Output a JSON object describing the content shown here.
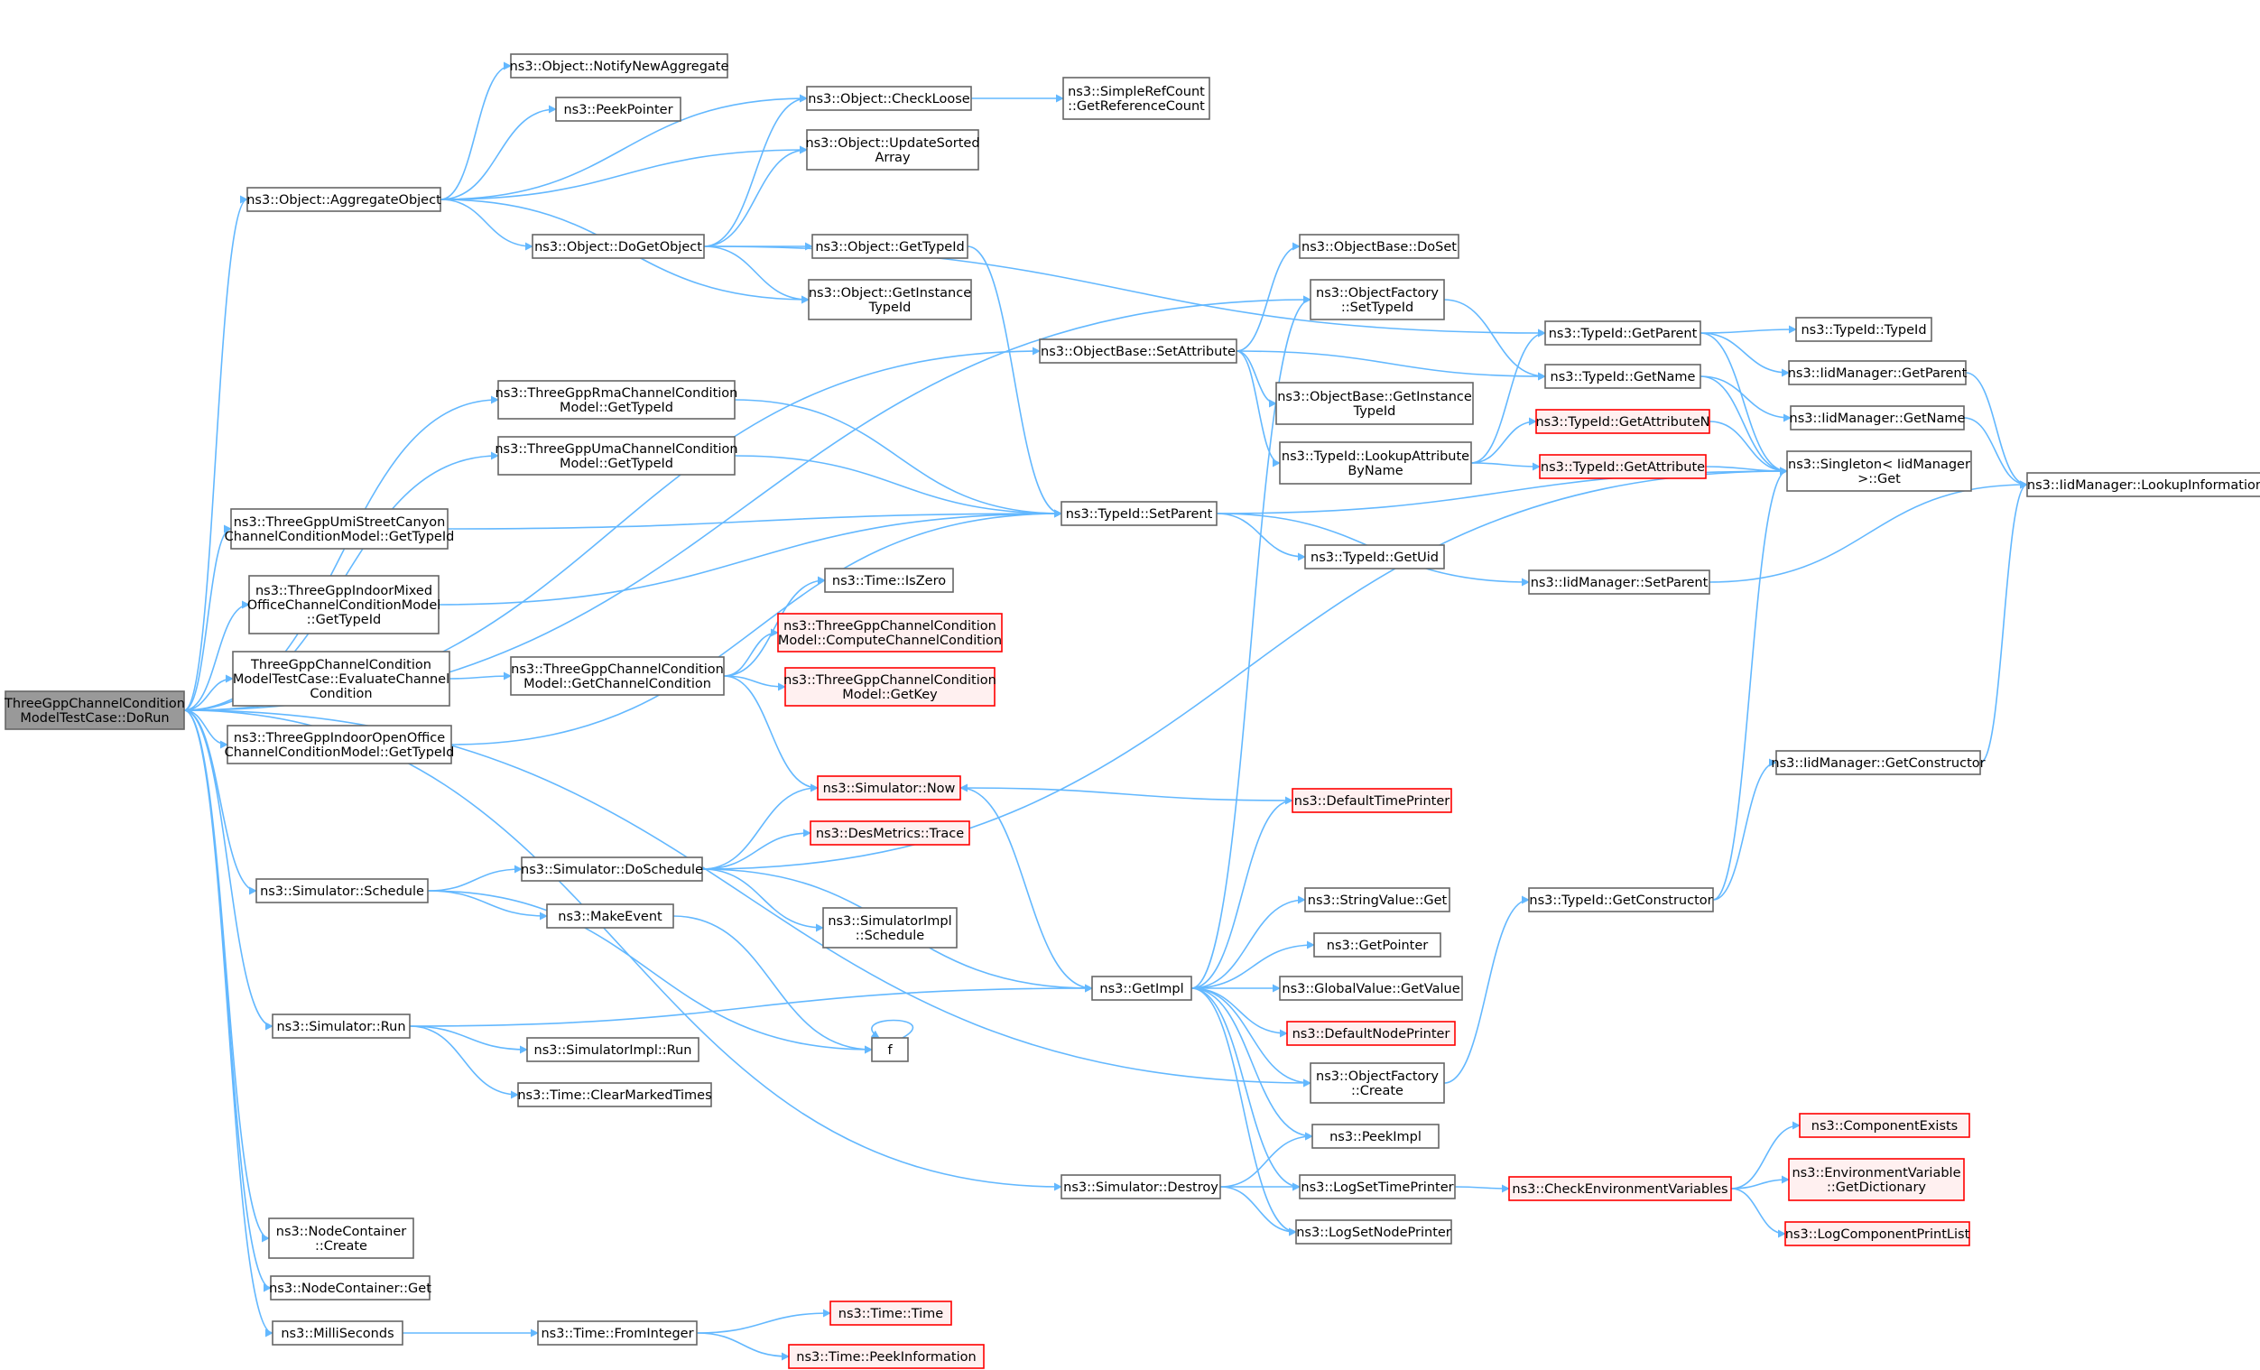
{
  "diagram": {
    "type": "call-graph",
    "colors": {
      "edge": "#63b8ff",
      "node_border": "#666666",
      "node_fill": "#ffffff",
      "root_fill": "#999999",
      "red_border": "#ff0000",
      "red_fill": "#fff0f0"
    },
    "nodes": [
      {
        "id": "root",
        "lines": [
          "ThreeGppChannelCondition",
          "ModelTestCase::DoRun"
        ],
        "style": "root"
      },
      {
        "id": "agg",
        "lines": [
          "ns3::Object::AggregateObject"
        ],
        "style": "normal"
      },
      {
        "id": "notify",
        "lines": [
          "ns3::Object::NotifyNewAggregate"
        ],
        "style": "normal"
      },
      {
        "id": "peekptr",
        "lines": [
          "ns3::PeekPointer"
        ],
        "style": "normal"
      },
      {
        "id": "checkloose",
        "lines": [
          "ns3::Object::CheckLoose"
        ],
        "style": "normal"
      },
      {
        "id": "refcount",
        "lines": [
          "ns3::SimpleRefCount",
          "::GetReferenceCount"
        ],
        "style": "normal"
      },
      {
        "id": "updsorted",
        "lines": [
          "ns3::Object::UpdateSorted",
          "Array"
        ],
        "style": "normal"
      },
      {
        "id": "dogetobj",
        "lines": [
          "ns3::Object::DoGetObject"
        ],
        "style": "normal"
      },
      {
        "id": "objgettid",
        "lines": [
          "ns3::Object::GetTypeId"
        ],
        "style": "normal"
      },
      {
        "id": "objinst",
        "lines": [
          "ns3::Object::GetInstance",
          "TypeId"
        ],
        "style": "normal"
      },
      {
        "id": "objbasedoset",
        "lines": [
          "ns3::ObjectBase::DoSet"
        ],
        "style": "normal"
      },
      {
        "id": "ofsettid",
        "lines": [
          "ns3::ObjectFactory",
          "::SetTypeId"
        ],
        "style": "normal"
      },
      {
        "id": "setattr",
        "lines": [
          "ns3::ObjectBase::SetAttribute"
        ],
        "style": "normal"
      },
      {
        "id": "obinst",
        "lines": [
          "ns3::ObjectBase::GetInstance",
          "TypeId"
        ],
        "style": "normal"
      },
      {
        "id": "lookupattr",
        "lines": [
          "ns3::TypeId::LookupAttribute",
          "ByName"
        ],
        "style": "normal"
      },
      {
        "id": "getparent",
        "lines": [
          "ns3::TypeId::GetParent"
        ],
        "style": "normal"
      },
      {
        "id": "getname",
        "lines": [
          "ns3::TypeId::GetName"
        ],
        "style": "normal"
      },
      {
        "id": "getattrn",
        "lines": [
          "ns3::TypeId::GetAttributeN"
        ],
        "style": "red"
      },
      {
        "id": "getattr",
        "lines": [
          "ns3::TypeId::GetAttribute"
        ],
        "style": "red"
      },
      {
        "id": "typeidctor",
        "lines": [
          "ns3::TypeId::TypeId"
        ],
        "style": "normal"
      },
      {
        "id": "iidgetparent",
        "lines": [
          "ns3::IidManager::GetParent"
        ],
        "style": "normal"
      },
      {
        "id": "iidgetname",
        "lines": [
          "ns3::IidManager::GetName"
        ],
        "style": "normal"
      },
      {
        "id": "singleton",
        "lines": [
          "ns3::Singleton< IidManager",
          ">::Get"
        ],
        "style": "normal"
      },
      {
        "id": "lookupinfo",
        "lines": [
          "ns3::IidManager::LookupInformation"
        ],
        "style": "normal"
      },
      {
        "id": "rma",
        "lines": [
          "ns3::ThreeGppRmaChannelCondition",
          "Model::GetTypeId"
        ],
        "style": "normal"
      },
      {
        "id": "uma",
        "lines": [
          "ns3::ThreeGppUmaChannelCondition",
          "Model::GetTypeId"
        ],
        "style": "normal"
      },
      {
        "id": "umi",
        "lines": [
          "ns3::ThreeGppUmiStreetCanyon",
          "ChannelConditionModel::GetTypeId"
        ],
        "style": "normal"
      },
      {
        "id": "indoormixed",
        "lines": [
          "ns3::ThreeGppIndoorMixed",
          "OfficeChannelConditionModel",
          "::GetTypeId"
        ],
        "style": "normal"
      },
      {
        "id": "setparent",
        "lines": [
          "ns3::TypeId::SetParent"
        ],
        "style": "normal"
      },
      {
        "id": "getuid",
        "lines": [
          "ns3::TypeId::GetUid"
        ],
        "style": "normal"
      },
      {
        "id": "iidsetparent",
        "lines": [
          "ns3::IidManager::SetParent"
        ],
        "style": "normal"
      },
      {
        "id": "iszero",
        "lines": [
          "ns3::Time::IsZero"
        ],
        "style": "normal"
      },
      {
        "id": "evaluate",
        "lines": [
          "ThreeGppChannelCondition",
          "ModelTestCase::EvaluateChannel",
          "Condition"
        ],
        "style": "normal"
      },
      {
        "id": "getchcond",
        "lines": [
          "ns3::ThreeGppChannelCondition",
          "Model::GetChannelCondition"
        ],
        "style": "normal"
      },
      {
        "id": "computecc",
        "lines": [
          "ns3::ThreeGppChannelCondition",
          "Model::ComputeChannelCondition"
        ],
        "style": "red"
      },
      {
        "id": "getkey",
        "lines": [
          "ns3::ThreeGppChannelCondition",
          "Model::GetKey"
        ],
        "style": "red"
      },
      {
        "id": "indooropen",
        "lines": [
          "ns3::ThreeGppIndoorOpenOffice",
          "ChannelConditionModel::GetTypeId"
        ],
        "style": "normal"
      },
      {
        "id": "now",
        "lines": [
          "ns3::Simulator::Now"
        ],
        "style": "red"
      },
      {
        "id": "deftimeprinter",
        "lines": [
          "ns3::DefaultTimePrinter"
        ],
        "style": "red"
      },
      {
        "id": "iidgetctor",
        "lines": [
          "ns3::IidManager::GetConstructor"
        ],
        "style": "normal"
      },
      {
        "id": "schedule",
        "lines": [
          "ns3::Simulator::Schedule"
        ],
        "style": "normal"
      },
      {
        "id": "doschedule",
        "lines": [
          "ns3::Simulator::DoSchedule"
        ],
        "style": "normal"
      },
      {
        "id": "trace",
        "lines": [
          "ns3::DesMetrics::Trace"
        ],
        "style": "red"
      },
      {
        "id": "makeevent",
        "lines": [
          "ns3::MakeEvent"
        ],
        "style": "normal"
      },
      {
        "id": "implschedule",
        "lines": [
          "ns3::SimulatorImpl",
          "::Schedule"
        ],
        "style": "normal"
      },
      {
        "id": "strget",
        "lines": [
          "ns3::StringValue::Get"
        ],
        "style": "normal"
      },
      {
        "id": "typeidgetctor",
        "lines": [
          "ns3::TypeId::GetConstructor"
        ],
        "style": "normal"
      },
      {
        "id": "getpointer",
        "lines": [
          "ns3::GetPointer"
        ],
        "style": "normal"
      },
      {
        "id": "getimpl",
        "lines": [
          "ns3::GetImpl"
        ],
        "style": "normal"
      },
      {
        "id": "globalgetvalue",
        "lines": [
          "ns3::GlobalValue::GetValue"
        ],
        "style": "normal"
      },
      {
        "id": "f",
        "lines": [
          "f"
        ],
        "style": "normal"
      },
      {
        "id": "defnodeprinter",
        "lines": [
          "ns3::DefaultNodePrinter"
        ],
        "style": "red"
      },
      {
        "id": "run",
        "lines": [
          "ns3::Simulator::Run"
        ],
        "style": "normal"
      },
      {
        "id": "implrun",
        "lines": [
          "ns3::SimulatorImpl::Run"
        ],
        "style": "normal"
      },
      {
        "id": "clearmarked",
        "lines": [
          "ns3::Time::ClearMarkedTimes"
        ],
        "style": "normal"
      },
      {
        "id": "ofcreate",
        "lines": [
          "ns3::ObjectFactory",
          "::Create"
        ],
        "style": "normal"
      },
      {
        "id": "peekimpl",
        "lines": [
          "ns3::PeekImpl"
        ],
        "style": "normal"
      },
      {
        "id": "compexists",
        "lines": [
          "ns3::ComponentExists"
        ],
        "style": "red"
      },
      {
        "id": "destroy",
        "lines": [
          "ns3::Simulator::Destroy"
        ],
        "style": "normal"
      },
      {
        "id": "logsettime",
        "lines": [
          "ns3::LogSetTimePrinter"
        ],
        "style": "normal"
      },
      {
        "id": "checkenv",
        "lines": [
          "ns3::CheckEnvironmentVariables"
        ],
        "style": "red"
      },
      {
        "id": "envvar",
        "lines": [
          "ns3::EnvironmentVariable",
          "::GetDictionary"
        ],
        "style": "red"
      },
      {
        "id": "logsetnode",
        "lines": [
          "ns3::LogSetNodePrinter"
        ],
        "style": "normal"
      },
      {
        "id": "nccreate",
        "lines": [
          "ns3::NodeContainer",
          "::Create"
        ],
        "style": "normal"
      },
      {
        "id": "logcompprint",
        "lines": [
          "ns3::LogComponentPrintList"
        ],
        "style": "red"
      },
      {
        "id": "ncget",
        "lines": [
          "ns3::NodeContainer::Get"
        ],
        "style": "normal"
      },
      {
        "id": "millis",
        "lines": [
          "ns3::MilliSeconds"
        ],
        "style": "normal"
      },
      {
        "id": "frominteger",
        "lines": [
          "ns3::Time::FromInteger"
        ],
        "style": "normal"
      },
      {
        "id": "timetime",
        "lines": [
          "ns3::Time::Time"
        ],
        "style": "red"
      },
      {
        "id": "peekinfo",
        "lines": [
          "ns3::Time::PeekInformation"
        ],
        "style": "red"
      }
    ],
    "edges": [
      [
        "root",
        "agg"
      ],
      [
        "root",
        "ofsettid"
      ],
      [
        "root",
        "setattr"
      ],
      [
        "root",
        "rma"
      ],
      [
        "root",
        "uma"
      ],
      [
        "root",
        "umi"
      ],
      [
        "root",
        "indoormixed"
      ],
      [
        "root",
        "evaluate"
      ],
      [
        "root",
        "indooropen"
      ],
      [
        "root",
        "schedule"
      ],
      [
        "root",
        "run"
      ],
      [
        "root",
        "ofcreate"
      ],
      [
        "root",
        "destroy"
      ],
      [
        "root",
        "nccreate"
      ],
      [
        "root",
        "ncget"
      ],
      [
        "root",
        "millis"
      ],
      [
        "agg",
        "notify"
      ],
      [
        "agg",
        "peekptr"
      ],
      [
        "agg",
        "checkloose"
      ],
      [
        "agg",
        "updsorted"
      ],
      [
        "agg",
        "dogetobj"
      ],
      [
        "agg",
        "objinst"
      ],
      [
        "checkloose",
        "refcount"
      ],
      [
        "dogetobj",
        "checkloose"
      ],
      [
        "dogetobj",
        "updsorted"
      ],
      [
        "dogetobj",
        "getparent"
      ],
      [
        "dogetobj",
        "objgettid"
      ],
      [
        "dogetobj",
        "objinst"
      ],
      [
        "objgettid",
        "setparent"
      ],
      [
        "setattr",
        "objbasedoset"
      ],
      [
        "setattr",
        "getname"
      ],
      [
        "setattr",
        "obinst"
      ],
      [
        "setattr",
        "lookupattr"
      ],
      [
        "ofsettid",
        "getname"
      ],
      [
        "lookupattr",
        "getparent"
      ],
      [
        "lookupattr",
        "getattrn"
      ],
      [
        "lookupattr",
        "getattr"
      ],
      [
        "getparent",
        "typeidctor"
      ],
      [
        "getparent",
        "iidgetparent"
      ],
      [
        "getparent",
        "singleton"
      ],
      [
        "getname",
        "iidgetname"
      ],
      [
        "getname",
        "singleton"
      ],
      [
        "getattrn",
        "singleton"
      ],
      [
        "getattr",
        "singleton"
      ],
      [
        "iidgetparent",
        "lookupinfo"
      ],
      [
        "iidgetname",
        "lookupinfo"
      ],
      [
        "rma",
        "setparent"
      ],
      [
        "uma",
        "setparent"
      ],
      [
        "umi",
        "setparent"
      ],
      [
        "indoormixed",
        "setparent"
      ],
      [
        "indooropen",
        "setparent"
      ],
      [
        "setparent",
        "singleton"
      ],
      [
        "setparent",
        "getuid"
      ],
      [
        "setparent",
        "iidsetparent"
      ],
      [
        "iidsetparent",
        "lookupinfo"
      ],
      [
        "evaluate",
        "getchcond"
      ],
      [
        "getchcond",
        "iszero"
      ],
      [
        "getchcond",
        "computecc"
      ],
      [
        "getchcond",
        "getkey"
      ],
      [
        "getchcond",
        "now"
      ],
      [
        "now",
        "getimpl"
      ],
      [
        "deftimeprinter",
        "now"
      ],
      [
        "schedule",
        "doschedule"
      ],
      [
        "schedule",
        "makeevent"
      ],
      [
        "schedule",
        "f"
      ],
      [
        "doschedule",
        "now"
      ],
      [
        "doschedule",
        "trace"
      ],
      [
        "doschedule",
        "singleton"
      ],
      [
        "doschedule",
        "implschedule"
      ],
      [
        "doschedule",
        "getimpl"
      ],
      [
        "makeevent",
        "f"
      ],
      [
        "f",
        "f"
      ],
      [
        "getimpl",
        "ofsettid"
      ],
      [
        "getimpl",
        "deftimeprinter"
      ],
      [
        "getimpl",
        "strget"
      ],
      [
        "getimpl",
        "getpointer"
      ],
      [
        "getimpl",
        "globalgetvalue"
      ],
      [
        "getimpl",
        "defnodeprinter"
      ],
      [
        "getimpl",
        "ofcreate"
      ],
      [
        "getimpl",
        "peekimpl"
      ],
      [
        "getimpl",
        "logsettime"
      ],
      [
        "getimpl",
        "logsetnode"
      ],
      [
        "typeidgetctor",
        "singleton"
      ],
      [
        "typeidgetctor",
        "iidgetctor"
      ],
      [
        "iidgetctor",
        "lookupinfo"
      ],
      [
        "ofcreate",
        "typeidgetctor"
      ],
      [
        "run",
        "implrun"
      ],
      [
        "run",
        "clearmarked"
      ],
      [
        "run",
        "getimpl"
      ],
      [
        "destroy",
        "peekimpl"
      ],
      [
        "destroy",
        "logsettime"
      ],
      [
        "destroy",
        "logsetnode"
      ],
      [
        "logsettime",
        "checkenv"
      ],
      [
        "checkenv",
        "compexists"
      ],
      [
        "checkenv",
        "envvar"
      ],
      [
        "checkenv",
        "logcompprint"
      ],
      [
        "millis",
        "frominteger"
      ],
      [
        "frominteger",
        "timetime"
      ],
      [
        "frominteger",
        "peekinfo"
      ]
    ]
  }
}
